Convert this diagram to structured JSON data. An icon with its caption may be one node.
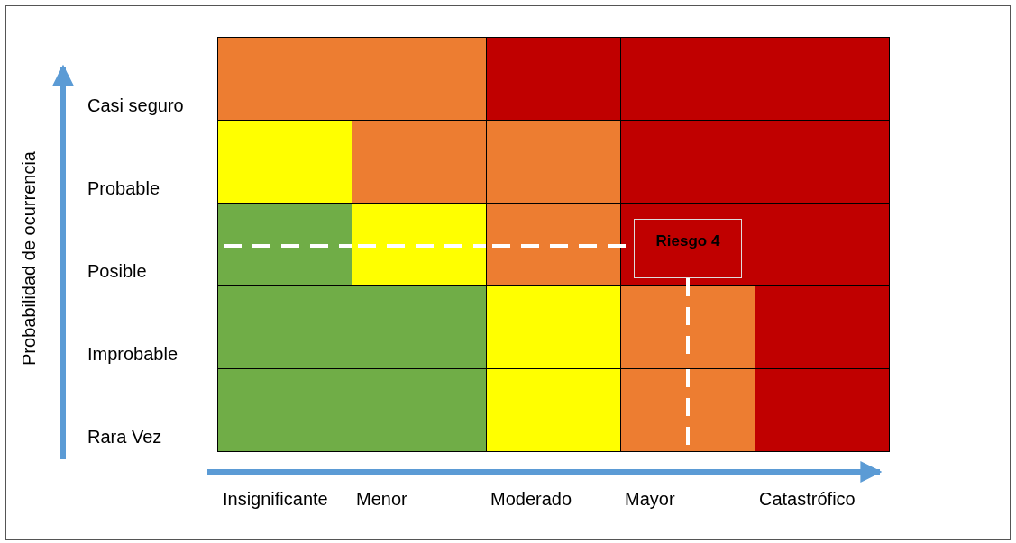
{
  "diagram": {
    "nodes": [
      {
        "text": [],
        "shape": "box"
      },
      {
        "text": [],
        "shape": "box"
      },
      {
        "text": [],
        "shape": "box"
      },
      {
        "text": [],
        "shape": "box"
      },
      {
        "text": [],
        "shape": "box"
      },
      {
        "text": [],
        "shape": "box"
      },
      {
        "text": [],
        "shape": "box"
      },
      {
        "text": [],
        "shape": "box"
      },
      {
        "text": [],
        "shape": "box"
      },
      {
        "text": [],
        "shape": "box"
      },
      {
        "text": [],
        "shape": "box"
      },
      {
        "text": [],
        "shape": "box"
      },
      {
        "text": [],
        "shape": "box"
      },
      {
        "text": [],
        "shape": "box"
      },
      {
        "text": [],
        "shape": "box"
      },
      {
        "text": [],
        "shape": "box"
      },
      {
        "text": [],
        "shape": "box"
      },
      {
        "text": [],
        "shape": "box"
      },
      {
        "text": [],
        "shape": "box"
      },
      {
        "text": [],
        "shape": "box"
      },
      {
        "text": [],
        "shape": "box"
      },
      {
        "text": [],
        "shape": "box"
      },
      {
        "text": [],
        "shape": "box"
      },
      {
        "text": [],
        "shape": "box"
      },
      {
        "text": [],
        "shape": "box"
      },
      {
        "text": [
          "Riesgo 4"
        ],
        "in": 13
      }
    ],
    "edges": [
      {
        "from": 10,
        "to": 11,
        "arrow": "none",
        "style": "dashed",
        "color": "#ffffff"
      },
      {
        "from": 11,
        "to": 12,
        "arrow": "none",
        "style": "dashed",
        "color": "#ffffff"
      },
      {
        "from": 12,
        "to": 25,
        "arrow": "none",
        "style": "dashed",
        "color": "#ffffff"
      },
      {
        "from": 25,
        "to": 18,
        "arrow": "none",
        "style": "dashed",
        "color": "#ffffff"
      },
      {
        "from": 18,
        "to": 23,
        "arrow": "none",
        "style": "dashed",
        "color": "#ffffff"
      }
    ],
    "labels": [
      "Casi seguro",
      "Probable",
      "Posible",
      "Improbable",
      "Rara Vez",
      "Probabilidad de ocurrencia",
      "Insignificante",
      "Menor",
      "Moderado",
      "Mayor",
      "Catastrófico"
    ]
  }
}
